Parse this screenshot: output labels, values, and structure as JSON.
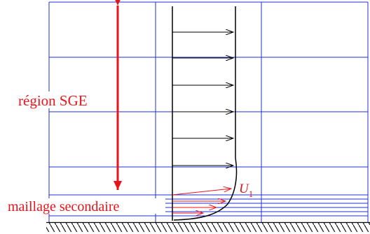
{
  "labels": {
    "region": "région SGE",
    "secondary_mesh": "maillage secondaire",
    "velocity_symbol": "U",
    "velocity_subscript": "1"
  },
  "colors": {
    "grid": "#1f2fd6",
    "annotation": "#e8141c",
    "profile": "#000000",
    "wall_hatch": "#000000"
  }
}
